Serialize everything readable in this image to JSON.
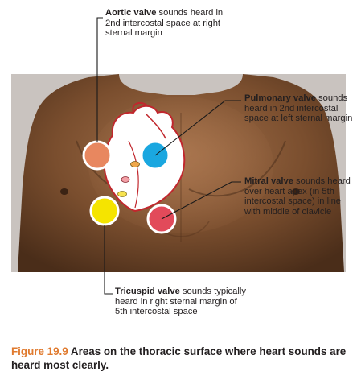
{
  "callouts": {
    "aortic": {
      "title": "Aortic valve",
      "text": " sounds heard in 2nd intercostal space at right sternal margin",
      "color": "#e8875f"
    },
    "pulmonary": {
      "title": "Pulmonary valve",
      "text": " sounds heard in 2nd intercostal space at left sternal margin",
      "color": "#1aa7e0"
    },
    "mitral": {
      "title": "Mitral valve",
      "text": " sounds heard over heart apex (in 5th intercostal space) in line with middle of clavicle",
      "color": "#e24a5a"
    },
    "tricuspid": {
      "title": "Tricuspid valve",
      "text": " sounds typically heard in right sternal margin of 5th intercostal space",
      "color": "#f5e400"
    }
  },
  "caption": {
    "figure_number": "Figure 19.9",
    "text": " Areas on the thoracic surface where heart sounds are heard most clearly."
  }
}
